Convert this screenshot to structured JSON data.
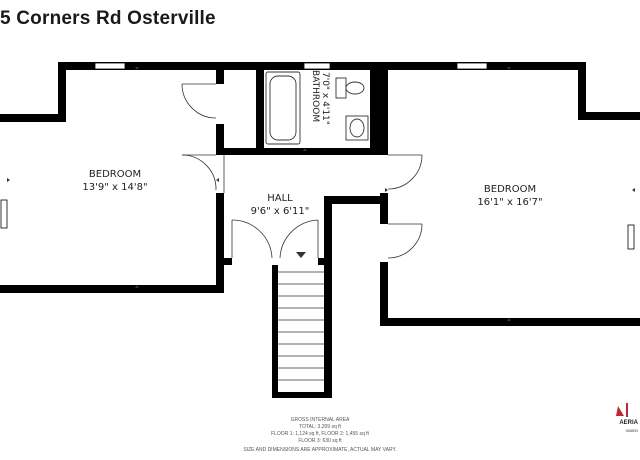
{
  "title": "5 Corners Rd Osterville",
  "rooms": {
    "bedroom_left": {
      "name": "BEDROOM",
      "dims": "13'9\" x 14'8\""
    },
    "bathroom": {
      "name": "BATHROOM",
      "dims": "7'0\" x 4'11\""
    },
    "hall": {
      "name": "HALL",
      "dims": "9'6\" x 6'11\""
    },
    "bedroom_right": {
      "name": "BEDROOM",
      "dims": "16'1\" x 16'7\""
    }
  },
  "footer": {
    "line1": "GROSS INTERNAL AREA",
    "line2": "TOTAL: 3,209 sq ft",
    "line3": "FLOOR 1: 1,124 sq ft, FLOOR 2: 1,455 sq ft",
    "line4": "FLOOR 3: 630 sq ft",
    "disclaimer": "SIZE AND DIMENSIONS ARE APPROXIMATE, ACTUAL MAY VARY."
  },
  "logo": {
    "text": "AERIA",
    "subtext": "VIDEO",
    "color": "#c0262d"
  }
}
